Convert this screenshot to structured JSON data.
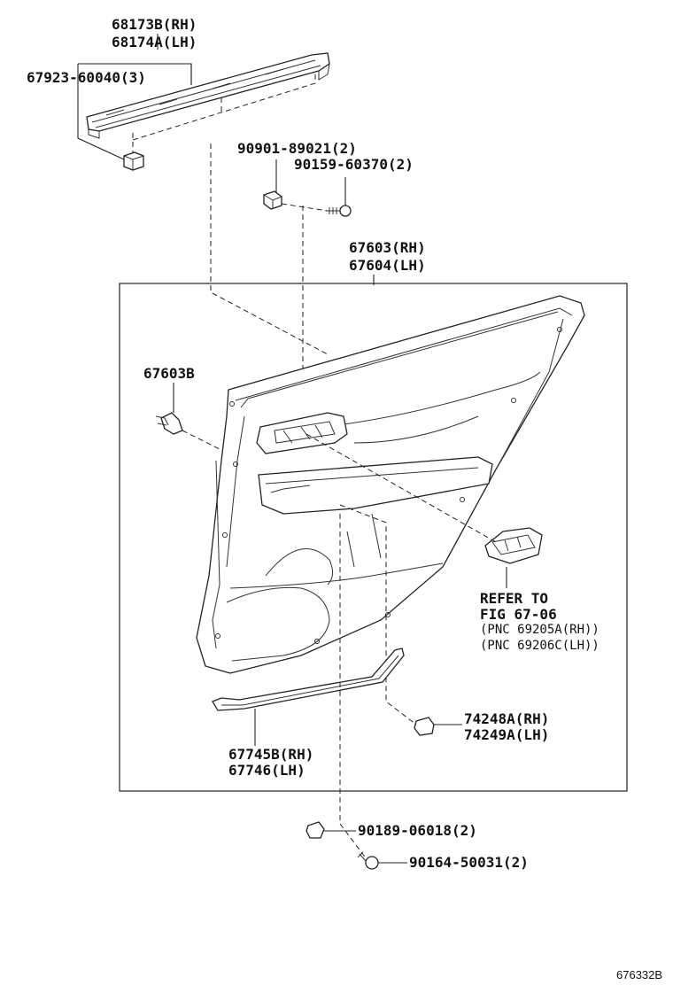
{
  "labels": {
    "weatherstrip_rh": "68173B(RH)",
    "weatherstrip_lh": "68174A(LH)",
    "weatherstrip_clip": "67923-60040(3)",
    "clip_a": "90901-89021(2)",
    "screw_a": "90159-60370(2)",
    "trim_rh": "67603(RH)",
    "trim_lh": "67604(LH)",
    "trim_clip": "67603B",
    "refer_line1": "REFER TO",
    "refer_line2": "FIG 67-06",
    "refer_pnc_rh": "(PNC 69205A(RH))",
    "refer_pnc_lh": "(PNC 69206C(LH))",
    "cap_rh": "74248A(RH)",
    "cap_lh": "74249A(LH)",
    "molding_rh": "67745B(RH)",
    "molding_lh": "67746(LH)",
    "clip_b": "90189-06018(2)",
    "screw_b": "90164-50031(2)",
    "figure_id": "676332B"
  },
  "icons": [
    "weatherstrip",
    "clip",
    "screw",
    "door-trim-panel",
    "switch-bezel",
    "cap",
    "molding",
    "bolt"
  ]
}
